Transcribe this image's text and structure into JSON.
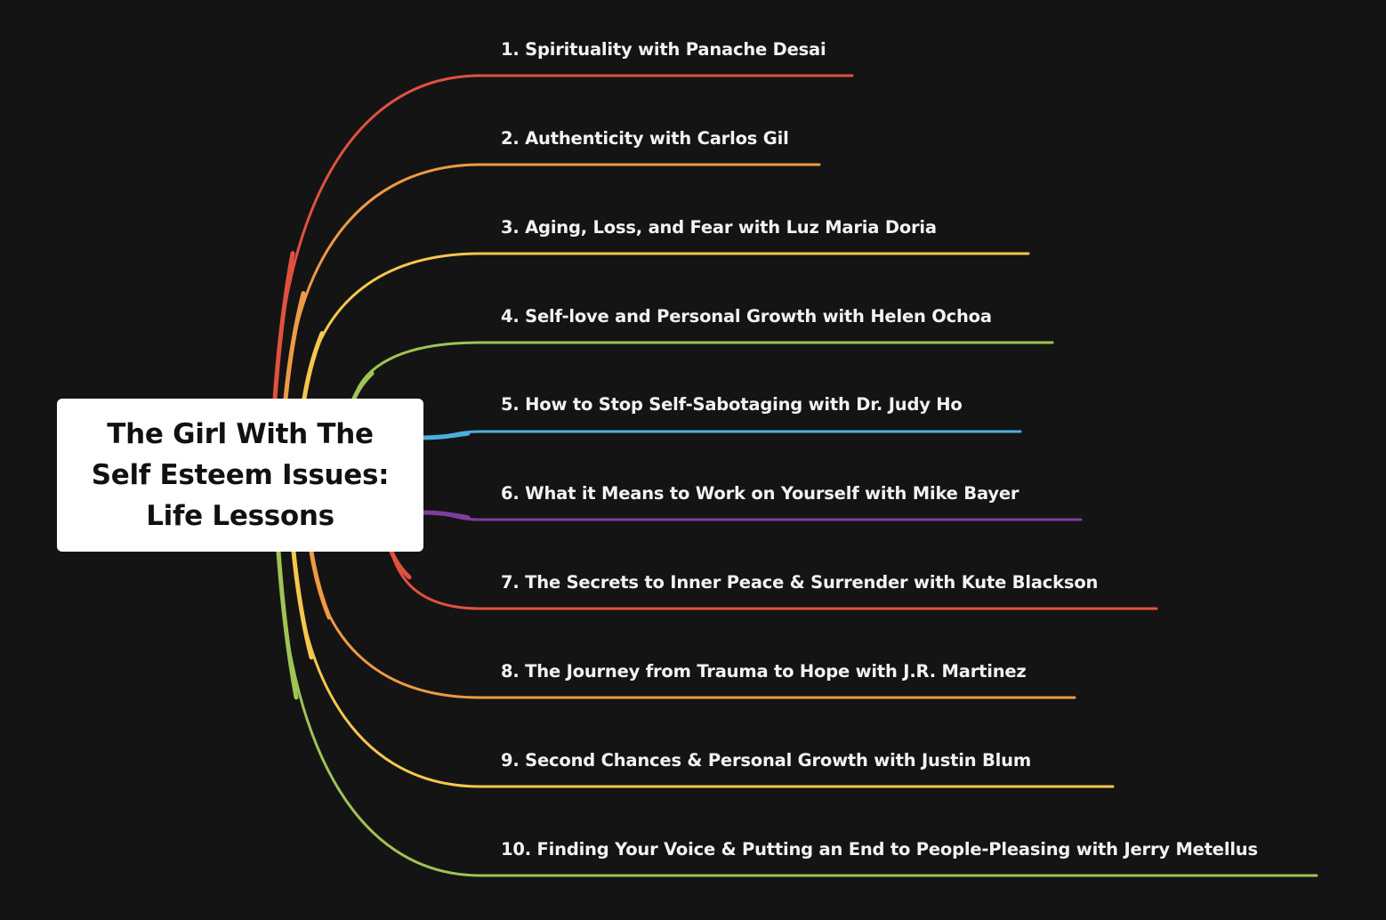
{
  "root": {
    "lines": [
      "The Girl With The",
      "Self Esteem Issues:",
      "Life Lessons"
    ]
  },
  "branches": [
    {
      "label": "1. Spirituality with Panache Desai",
      "color": "#e0513f"
    },
    {
      "label": "2. Authenticity with Carlos Gil",
      "color": "#ef9a45"
    },
    {
      "label": "3. Aging, Loss, and Fear with Luz Maria Doria",
      "color": "#f5c84d"
    },
    {
      "label": "4. Self-love and Personal Growth with Helen Ochoa",
      "color": "#9fc356"
    },
    {
      "label": "5. How to Stop Self-Sabotaging with Dr. Judy Ho",
      "color": "#4ab0de"
    },
    {
      "label": "6. What it Means to Work on Yourself with Mike Bayer",
      "color": "#7d3ea0"
    },
    {
      "label": "7. The Secrets to Inner Peace & Surrender with Kute Blackson",
      "color": "#e0513f"
    },
    {
      "label": "8. The Journey from Trauma to Hope with J.R. Martinez",
      "color": "#ef9a45"
    },
    {
      "label": "9. Second Chances & Personal Growth with Justin Blum",
      "color": "#f5c84d"
    },
    {
      "label": "10. Finding Your Voice & Putting an End to People-Pleasing with Jerry Metellus",
      "color": "#9fc356"
    }
  ]
}
